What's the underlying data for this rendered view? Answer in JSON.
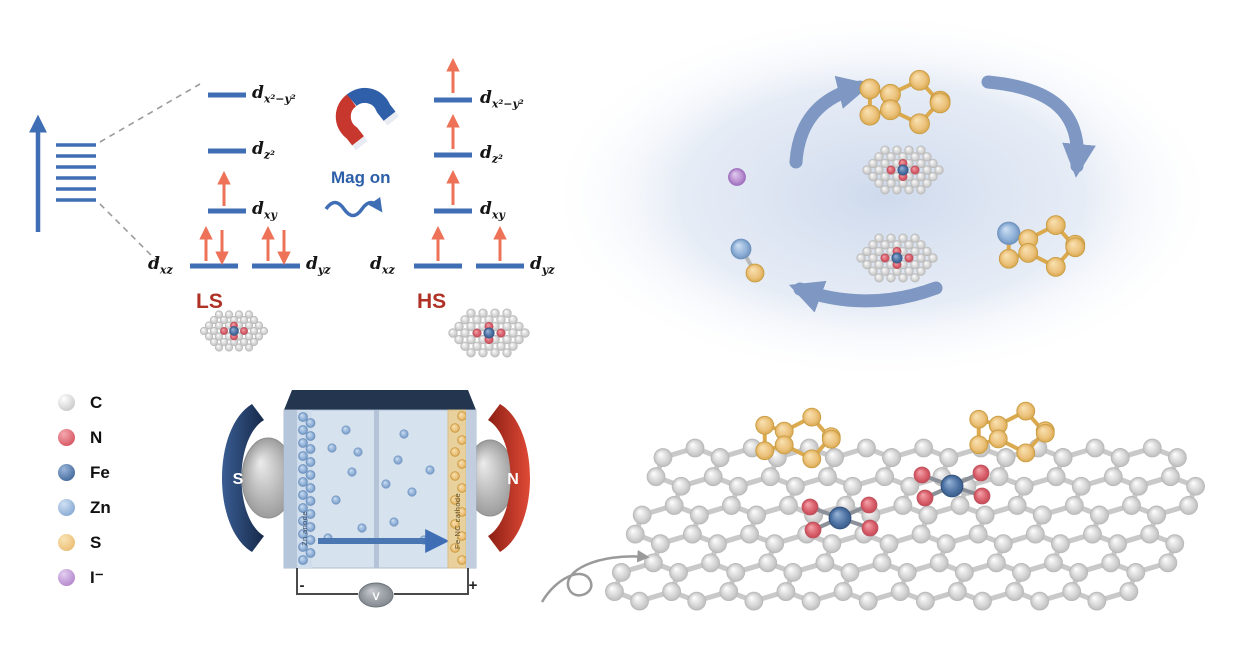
{
  "figure": {
    "mag_on": "Mag on",
    "ls_label": "LS",
    "hs_label": "HS"
  },
  "orbitals": {
    "dx2y2": {
      "base": "d",
      "sub": "x²−y²"
    },
    "dz2": {
      "base": "d",
      "sub": "z²"
    },
    "dxy": {
      "base": "d",
      "sub": "xy"
    },
    "dxz": {
      "base": "d",
      "sub": "xz"
    },
    "dyz": {
      "base": "d",
      "sub": "yz"
    }
  },
  "legend": {
    "items": [
      {
        "symbol": "C",
        "color": "#d6d6d6"
      },
      {
        "symbol": "N",
        "color": "#d95f6b"
      },
      {
        "symbol": "Fe",
        "color": "#4d72a3"
      },
      {
        "symbol": "Zn",
        "color": "#8fb0d8"
      },
      {
        "symbol": "S",
        "color": "#ecc27c"
      },
      {
        "symbol": "I⁻",
        "color": "#b98fd0"
      }
    ]
  },
  "cell": {
    "left_magnet": "S",
    "right_magnet": "N",
    "anode": "Zn anode",
    "cathode": "Fe-NC cathode",
    "minus": "-",
    "plus": "+",
    "voltmeter": "V"
  },
  "colors": {
    "level_blue": "#3f6eb5",
    "electron_arrow_red": "#ed7257",
    "spin_label_red": "#b03226",
    "mag_on_blue": "#2d5fa8",
    "cycle_arrow_blue": "#7e97c3",
    "magnet_red": "#c8372d",
    "magnet_blue": "#2e5fa8",
    "glow_blue": "#ccd8ec"
  }
}
